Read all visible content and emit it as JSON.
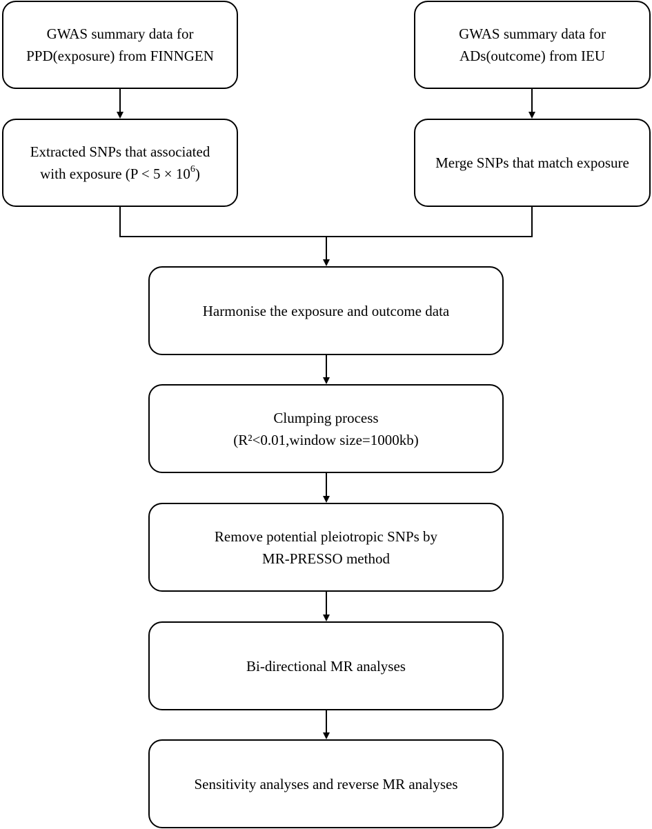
{
  "steps": {
    "gwas_exposure": {
      "line1": "GWAS summary data for",
      "line2": "PPD(exposure) from FINNGEN"
    },
    "gwas_outcome": {
      "line1": "GWAS summary data for",
      "line2": "ADs(outcome) from IEU"
    },
    "extract": {
      "line1": "Extracted SNPs that associated",
      "line2_prefix": "with exposure (P < 5 × 10",
      "line2_exponent": "6",
      "line2_suffix": ")"
    },
    "merge": {
      "line1": "Merge SNPs that match exposure"
    },
    "harmonise": {
      "line1": "Harmonise the exposure and outcome data"
    },
    "clumping": {
      "line1": "Clumping process",
      "line2": "(R²<0.01,window size=1000kb)"
    },
    "remove_pleiotropic": {
      "line1": "Remove potential pleiotropic SNPs by",
      "line2": "MR-PRESSO method"
    },
    "bidirectional": {
      "line1": "Bi-directional MR analyses"
    },
    "sensitivity": {
      "line1": "Sensitivity analyses and reverse MR analyses"
    }
  },
  "colors": {
    "stroke": "#000000",
    "fill": "#ffffff",
    "text": "#000000"
  }
}
